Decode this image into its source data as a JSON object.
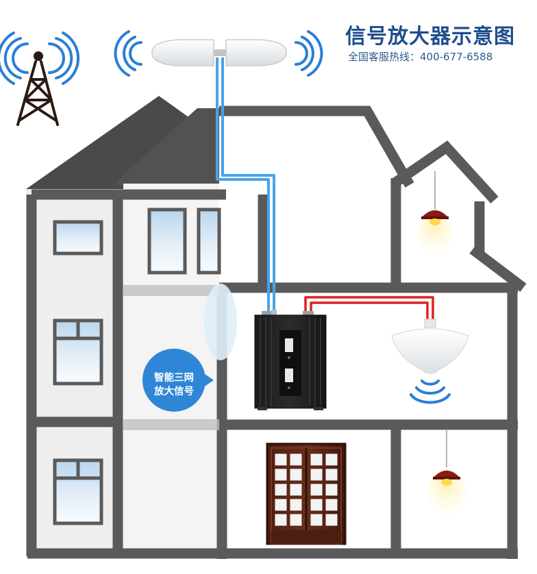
{
  "header": {
    "title": "信号放大器示意图",
    "hotline": "全国客服热线：400-677-6588"
  },
  "bubble": {
    "line1": "智能三网",
    "line2": "放大信号"
  },
  "colors": {
    "title": "#1f4d8c",
    "wall": "#5a5a5a",
    "roof": "#4a4a4a",
    "cable_signal": "#4aa3e8",
    "cable_rf": "#e02020",
    "bubble": "#2f86d6",
    "wave": "#2a7fd4",
    "lamp": "#8b1a10"
  },
  "icons": [
    "cell-tower-icon",
    "outdoor-antenna-icon",
    "signal-wave-icon",
    "signal-amplifier-icon",
    "ceiling-antenna-icon",
    "pendant-lamp-icon",
    "door-icon",
    "window-icon"
  ]
}
